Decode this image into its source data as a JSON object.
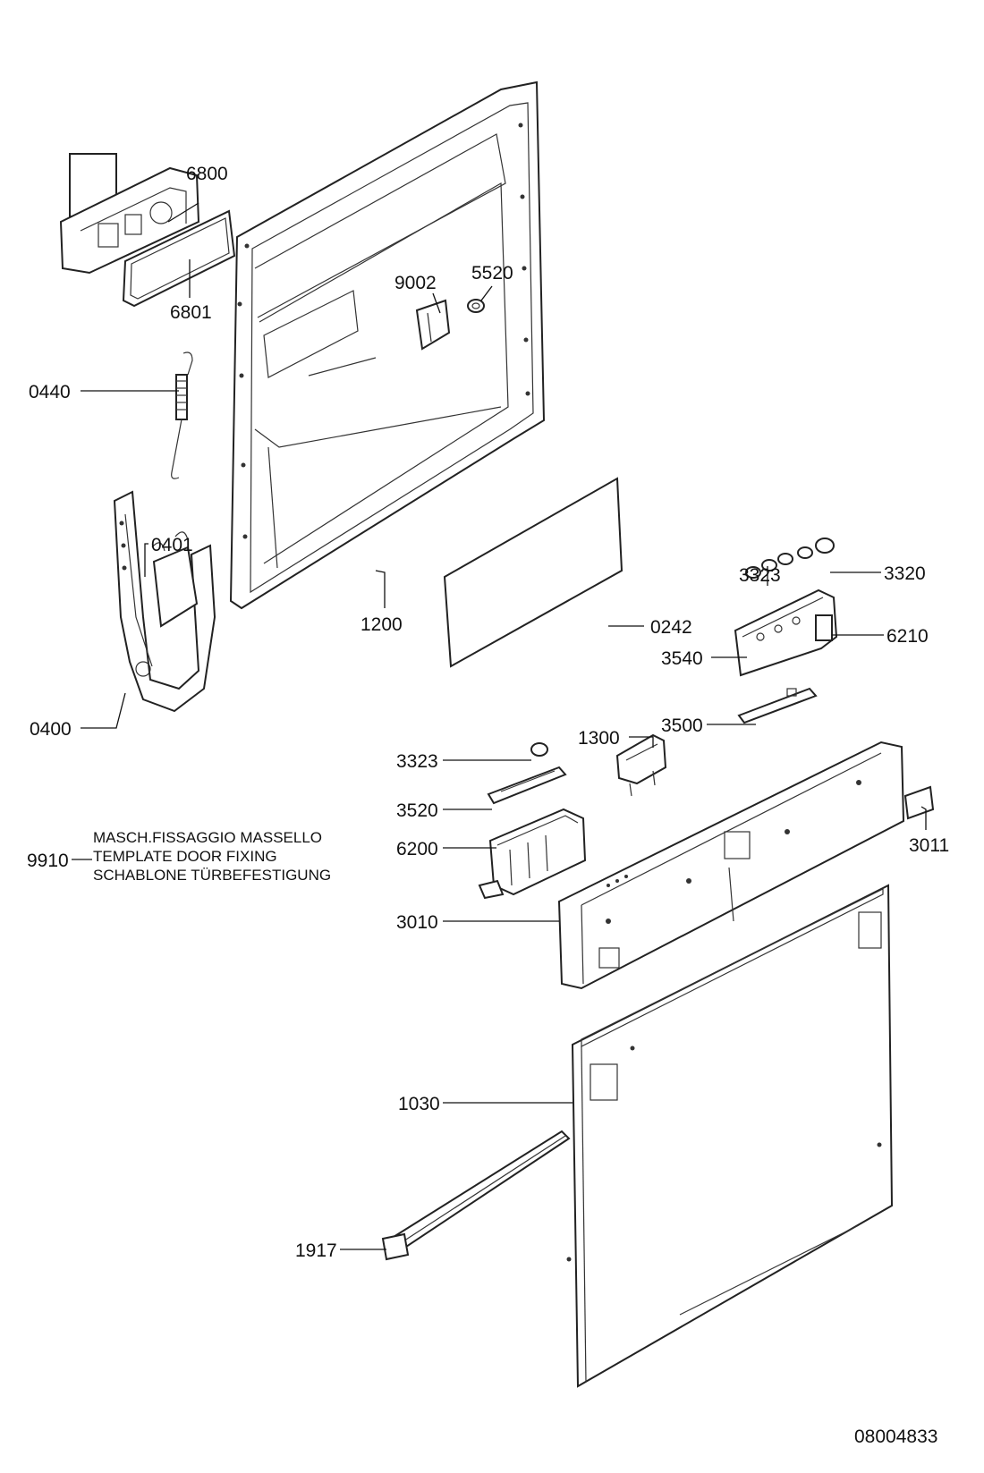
{
  "parts": [
    {
      "id": "p6800",
      "number": "6800"
    },
    {
      "id": "p6801",
      "number": "6801"
    },
    {
      "id": "p0440",
      "number": "0440"
    },
    {
      "id": "p0401",
      "number": "0401"
    },
    {
      "id": "p0400",
      "number": "0400"
    },
    {
      "id": "p9002",
      "number": "9002"
    },
    {
      "id": "p5520",
      "number": "5520"
    },
    {
      "id": "p1200",
      "number": "1200"
    },
    {
      "id": "p0242",
      "number": "0242"
    },
    {
      "id": "p3323a",
      "number": "3323"
    },
    {
      "id": "p3320",
      "number": "3320"
    },
    {
      "id": "p6210",
      "number": "6210"
    },
    {
      "id": "p3540",
      "number": "3540"
    },
    {
      "id": "p3500",
      "number": "3500"
    },
    {
      "id": "p1300",
      "number": "1300"
    },
    {
      "id": "p3323b",
      "number": "3323"
    },
    {
      "id": "p3520",
      "number": "3520"
    },
    {
      "id": "p6200",
      "number": "6200"
    },
    {
      "id": "p3011",
      "number": "3011"
    },
    {
      "id": "p3010",
      "number": "3010"
    },
    {
      "id": "p1030",
      "number": "1030"
    },
    {
      "id": "p1917",
      "number": "1917"
    },
    {
      "id": "p9910",
      "number": "9910"
    }
  ],
  "note_9910": {
    "line1": "MASCH.FISSAGGIO MASSELLO",
    "line2": "TEMPLATE DOOR FIXING",
    "line3": "SCHABLONE TÜRBEFESTIGUNG"
  },
  "drawing_number": "08004833"
}
